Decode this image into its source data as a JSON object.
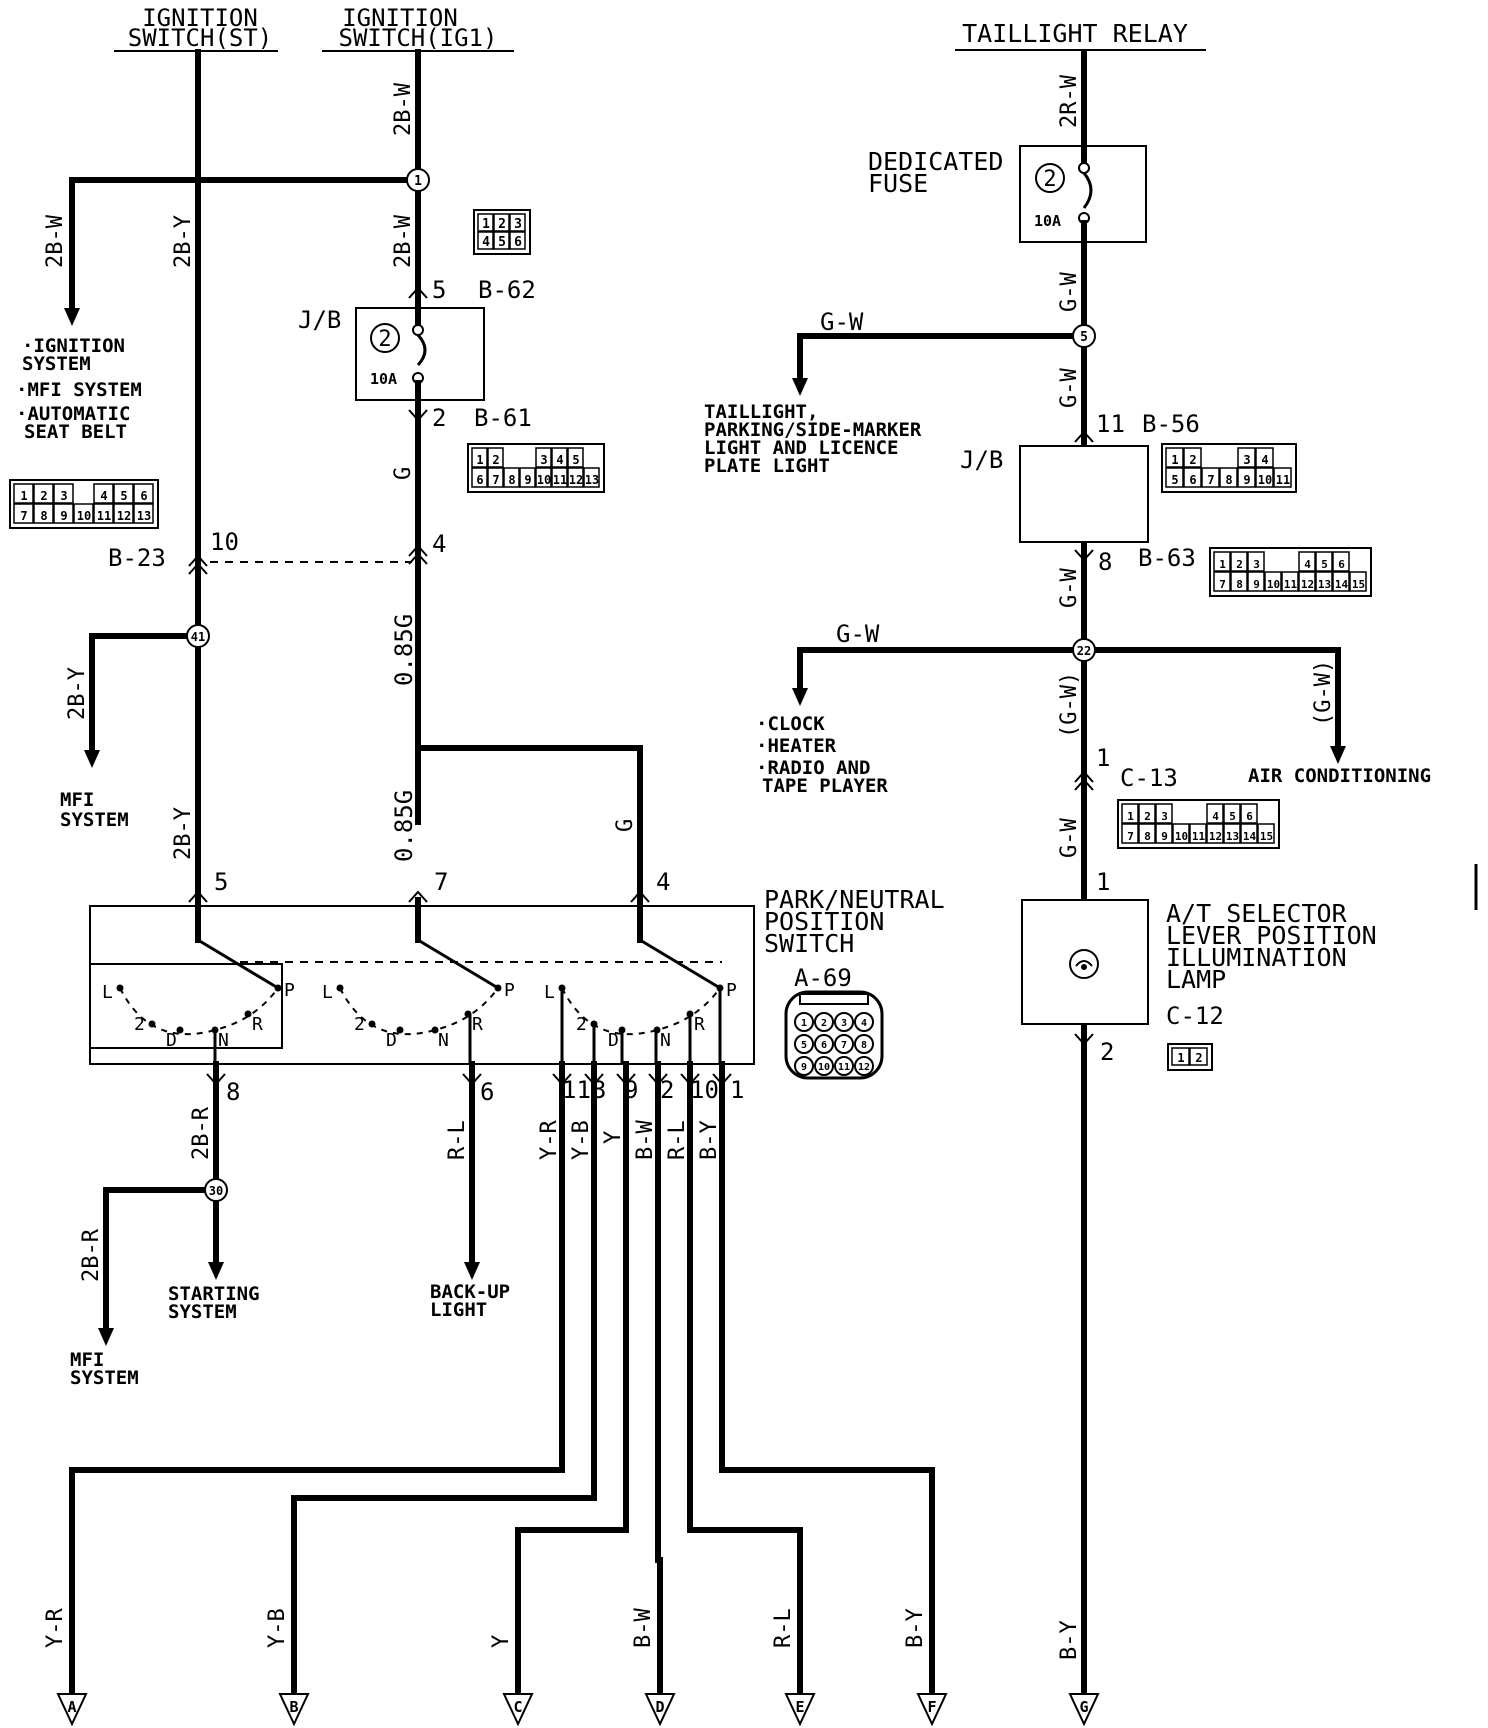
{
  "sources": {
    "ign_st_1": "IGNITION",
    "ign_st_2": "SWITCH(ST)",
    "ign_ig1_1": "IGNITION",
    "ign_ig1_2": "SWITCH(IG1)",
    "taillight_relay": "TAILLIGHT RELAY"
  },
  "wires": {
    "w_2bw_top": "2B-W",
    "w_2bw_mid": "2B-W",
    "w_2bw_left": "2B-W",
    "w_2by_top": "2B-Y",
    "w_g": "G",
    "w_085g_1": "0.85G",
    "w_085g_2": "0.85G",
    "w_g_right": "G",
    "w_2by_branch": "2B-Y",
    "w_2by_low": "2B-Y",
    "w_2br": "2B-R",
    "w_2br_left": "2B-R",
    "w_rl": "R-L",
    "w_2rw": "2R-W",
    "w_gw_1": "G-W",
    "w_gw_branch": "G-W",
    "w_gw_2": "G-W",
    "w_gw_3": "G-W",
    "w_gw_branch2": "G-W",
    "w_gw_paren1": "(G-W)",
    "w_gw_paren2": "(G-W)",
    "w_gw_4": "G-W",
    "sw_yr": "Y-R",
    "sw_yb": "Y-B",
    "sw_y": "Y",
    "sw_bw": "B-W",
    "sw_rl": "R-L",
    "sw_by": "B-Y"
  },
  "destinations": {
    "ign_sys": "·IGNITION",
    "ign_sys2": "SYSTEM",
    "mfi": "·MFI SYSTEM",
    "asb1": "·AUTOMATIC",
    "asb2": "SEAT BELT",
    "mfi2_1": "MFI",
    "mfi2_2": "SYSTEM",
    "start1": "STARTING",
    "start2": "SYSTEM",
    "mfi3_1": "MFI",
    "mfi3_2": "SYSTEM",
    "backup1": "BACK-UP",
    "backup2": "LIGHT",
    "tail1": "TAILLIGHT,",
    "tail2": "PARKING/SIDE-MARKER",
    "tail3": "LIGHT AND LICENCE",
    "tail4": "PLATE LIGHT",
    "clock": "·CLOCK",
    "heater": "·HEATER",
    "radio1": "·RADIO AND",
    "radio2": "TAPE PLAYER",
    "aircon": "AIR CONDITIONING"
  },
  "components": {
    "jb1": "J/B",
    "jb2": "J/B",
    "fuse_num1": "2",
    "fuse_amp1": "10A",
    "ded1": "DEDICATED",
    "ded2": "FUSE",
    "fuse_num2": "2",
    "fuse_amp2": "10A",
    "pn1": "PARK/NEUTRAL",
    "pn2": "POSITION",
    "pn3": "SWITCH",
    "at1": "A/T SELECTOR",
    "at2": "LEVER POSITION",
    "at3": "ILLUMINATION",
    "at4": "LAMP"
  },
  "connectors": {
    "b62": "B-62",
    "b61": "B-61",
    "b23": "B-23",
    "b56": "B-56",
    "b63": "B-63",
    "c13": "C-13",
    "a69": "A-69",
    "c12": "C-12"
  },
  "pins": {
    "p5a": "5",
    "p2a": "2",
    "p10": "10",
    "p4a": "4",
    "p5b": "5",
    "p7": "7",
    "p4b": "4",
    "p8": "8",
    "p6": "6",
    "p11": "11",
    "p3": "3",
    "p9": "9",
    "p2b": "2",
    "p10b": "10",
    "p1": "1",
    "p11r": "11",
    "p8r": "8",
    "p1r": "1",
    "p1r2": "1",
    "p2r": "2"
  },
  "nodes": {
    "n1": "1",
    "n41": "41",
    "n30": "30",
    "n5": "5",
    "n22": "22"
  },
  "switch_positions": {
    "L": "L",
    "two": "2",
    "D": "D",
    "N": "N",
    "R": "R",
    "P": "P"
  },
  "terminals": {
    "A": "A",
    "B": "B",
    "C": "C",
    "D": "D",
    "E": "E",
    "F": "F",
    "G": "G"
  },
  "terminal_wires": {
    "A": "Y-R",
    "B": "Y-B",
    "C": "Y",
    "D": "B-W",
    "E": "R-L",
    "F": "B-Y",
    "G": "B-Y"
  },
  "conn_grids": {
    "b62": [
      [
        "1",
        "2",
        "3"
      ],
      [
        "4",
        "5",
        "6"
      ]
    ],
    "b61": [
      [
        "1",
        "2",
        "",
        "",
        "3",
        "4",
        "5"
      ],
      [
        "6",
        "7",
        "8",
        "9",
        "10",
        "11",
        "12",
        "13"
      ]
    ],
    "b23": [
      [
        "1",
        "2",
        "3",
        "",
        "4",
        "5",
        "6"
      ],
      [
        "7",
        "8",
        "9",
        "10",
        "11",
        "12",
        "13"
      ]
    ],
    "b56": [
      [
        "1",
        "2",
        "",
        "",
        "3",
        "4"
      ],
      [
        "5",
        "6",
        "7",
        "8",
        "9",
        "10",
        "11"
      ]
    ],
    "b63": [
      [
        "1",
        "2",
        "3",
        "",
        "",
        "4",
        "5",
        "6"
      ],
      [
        "7",
        "8",
        "9",
        "10",
        "11",
        "12",
        "13",
        "14",
        "15"
      ]
    ],
    "c13": [
      [
        "1",
        "2",
        "3",
        "",
        "",
        "4",
        "5",
        "6"
      ],
      [
        "7",
        "8",
        "9",
        "10",
        "11",
        "12",
        "13",
        "14",
        "15"
      ]
    ],
    "a69": [
      [
        "1",
        "2",
        "3",
        "4"
      ],
      [
        "5",
        "6",
        "7",
        "8"
      ],
      [
        "9",
        "10",
        "11",
        "12"
      ]
    ],
    "c12": [
      [
        "1",
        "2"
      ]
    ]
  }
}
